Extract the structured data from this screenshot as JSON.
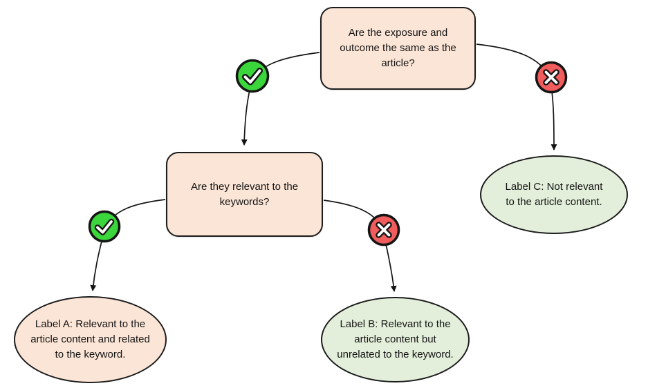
{
  "diagram": {
    "type": "decision-flowchart",
    "nodes": {
      "q1": {
        "text": "Are the exposure and outcome the same as the article?",
        "shape": "rounded-rect",
        "fill": "#fbe5d6"
      },
      "q2": {
        "text": "Are they relevant to the keywords?",
        "shape": "rounded-rect",
        "fill": "#fbe5d6"
      },
      "label_a": {
        "text": "Label A: Relevant to the article content and related to the keyword.",
        "shape": "ellipse",
        "fill": "#fbe5d6"
      },
      "label_b": {
        "text": "Label B: Relevant to the article content but unrelated to the keyword.",
        "shape": "ellipse",
        "fill": "#e3efda"
      },
      "label_c": {
        "text": "Label C: Not relevant to the article content.",
        "shape": "ellipse",
        "fill": "#e3efda"
      }
    },
    "edges": [
      {
        "from": "q1",
        "to": "q2",
        "answer": "yes",
        "icon": "check-icon"
      },
      {
        "from": "q1",
        "to": "label_c",
        "answer": "no",
        "icon": "cross-icon"
      },
      {
        "from": "q2",
        "to": "label_a",
        "answer": "yes",
        "icon": "check-icon"
      },
      {
        "from": "q2",
        "to": "label_b",
        "answer": "no",
        "icon": "cross-icon"
      }
    ],
    "colors": {
      "question_fill": "#fbe5d6",
      "green_label_fill": "#e3efda",
      "yes_badge_green": "#3bd63b",
      "no_badge_red": "#f15c5c",
      "outline": "#1c1c1c",
      "background": "#ffffff"
    }
  }
}
